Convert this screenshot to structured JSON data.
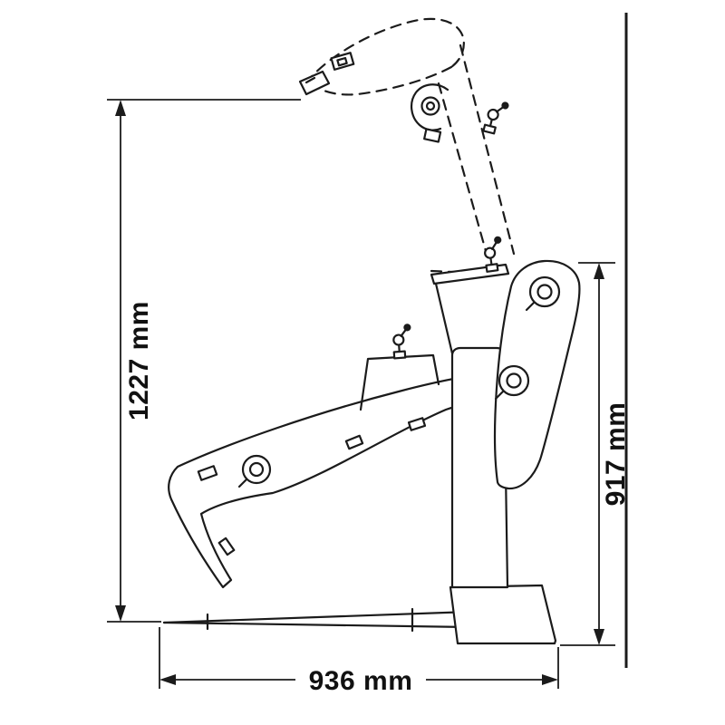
{
  "page": {
    "background_color": "#ffffff",
    "stroke_color": "#1b1b1b"
  },
  "dimensions": {
    "total_height": {
      "label": "1227 mm",
      "orientation": "vertical-left"
    },
    "frame_height": {
      "label": "917 mm",
      "orientation": "vertical-right"
    },
    "tine_length": {
      "label": "936 mm",
      "orientation": "horizontal-bottom"
    }
  }
}
